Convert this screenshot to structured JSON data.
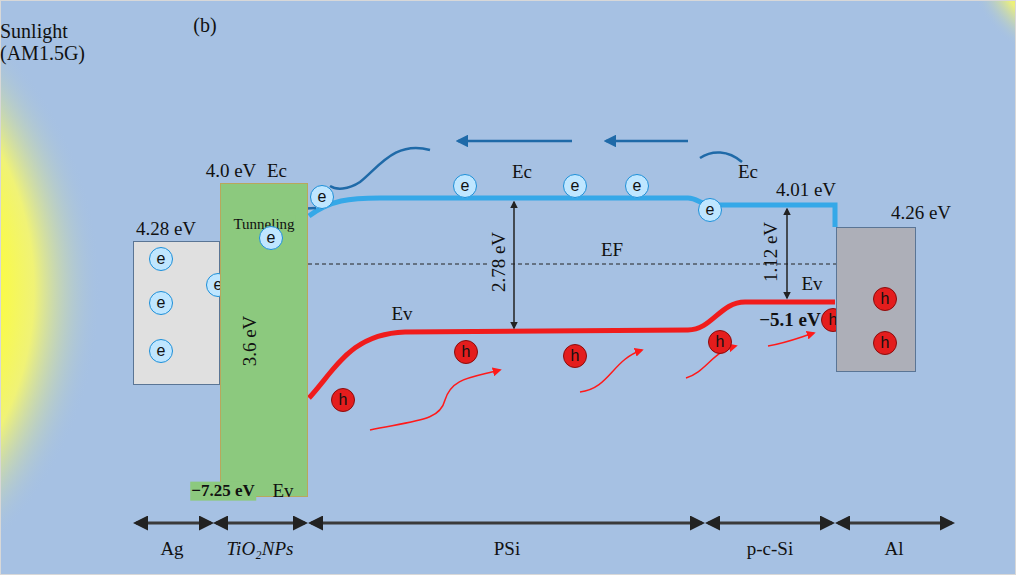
{
  "diagram": {
    "nodes": [
      {
        "text": [
          "4.28 eV"
        ]
      },
      {
        "text": [
          "e"
        ],
        "in": 0
      },
      {
        "text": [
          "e"
        ],
        "in": 0
      },
      {
        "text": [
          "e"
        ],
        "in": 0
      },
      {
        "text": [
          "e"
        ]
      },
      {
        "text": [
          "4.0 eV",
          "Ec",
          "Tunneling",
          "3.6 eV",
          "−7.25 eV",
          "Ev"
        ]
      },
      {
        "text": [
          "e"
        ],
        "in": 5
      },
      {
        "text": [
          "e"
        ]
      },
      {
        "text": [
          "e"
        ]
      },
      {
        "text": [
          "e"
        ]
      },
      {
        "text": [
          "e"
        ]
      },
      {
        "text": [
          "e"
        ]
      },
      {
        "text": [
          "h"
        ]
      },
      {
        "text": [
          "h"
        ]
      },
      {
        "text": [
          "h"
        ]
      },
      {
        "text": [
          "h"
        ]
      },
      {
        "text": [
          "h"
        ]
      },
      {
        "text": [
          "4.26 eV"
        ]
      },
      {
        "text": [
          "h"
        ],
        "in": 17
      },
      {
        "text": [
          "h"
        ],
        "in": 17
      }
    ],
    "labels": [
      "Sunlight (AM1.5G)",
      "(b)",
      "Ec",
      "Ec",
      "4.01 eV",
      "2.78 eV",
      "EF",
      "1.12 eV",
      "Ev",
      "Ev",
      "−5.1 eV",
      "Ag",
      "TiO₂NPs",
      "PSi",
      "p-c-Si",
      "Al"
    ]
  }
}
